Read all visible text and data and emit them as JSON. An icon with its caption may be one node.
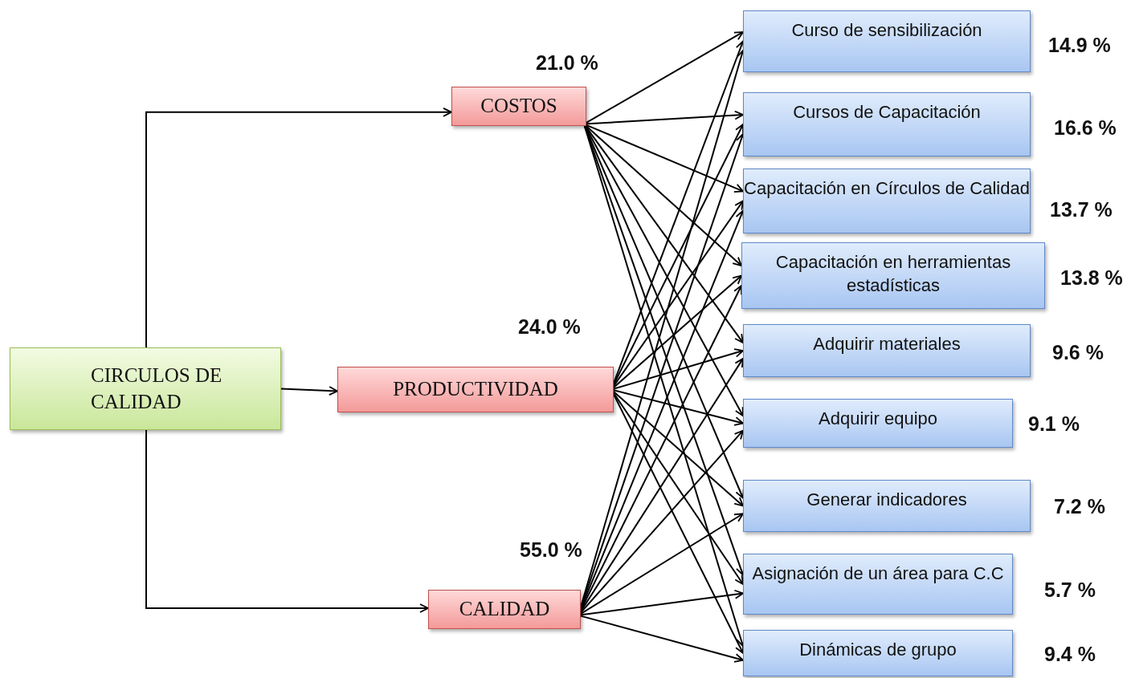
{
  "diagram": {
    "nodes": [
      {
        "text": [
          "CIRCULOS DE CALIDAD"
        ]
      },
      {
        "text": [
          "COSTOS"
        ],
        "beside": [
          "21.0 %"
        ]
      },
      {
        "text": [
          "PRODUCTIVIDAD"
        ],
        "beside": [
          "24.0 %"
        ]
      },
      {
        "text": [
          "CALIDAD"
        ],
        "beside": [
          "55.0 %"
        ]
      },
      {
        "text": [
          "Curso de sensibilización"
        ],
        "beside": [
          "14.9 %"
        ]
      },
      {
        "text": [
          "Cursos  de  Capacitación"
        ],
        "beside": [
          "16.6 %"
        ]
      },
      {
        "text": [
          "Capacitación en Círculos de Calidad"
        ],
        "beside": [
          "13.7 %"
        ]
      },
      {
        "text": [
          "Capacitación en herramientas estadísticas"
        ],
        "beside": [
          "13.8 %"
        ]
      },
      {
        "text": [
          "Adquirir materiales"
        ],
        "beside": [
          "9.6 %"
        ]
      },
      {
        "text": [
          "Adquirir equipo"
        ],
        "beside": [
          "9.1 %"
        ]
      },
      {
        "text": [
          "Generar indicadores"
        ],
        "beside": [
          "7.2 %"
        ]
      },
      {
        "text": [
          "Asignación de un área para C.C"
        ],
        "beside": [
          "5.7 %"
        ]
      },
      {
        "text": [
          "Dinámicas de grupo"
        ],
        "beside": [
          "9.4 %"
        ]
      }
    ],
    "edges": [
      {
        "from": 0,
        "to": 1,
        "arrow": "to"
      },
      {
        "from": 0,
        "to": 2,
        "arrow": "to"
      },
      {
        "from": 0,
        "to": 3,
        "arrow": "to"
      },
      {
        "from": 1,
        "to": 4,
        "arrow": "to"
      },
      {
        "from": 1,
        "to": 5,
        "arrow": "to"
      },
      {
        "from": 1,
        "to": 6,
        "arrow": "to"
      },
      {
        "from": 1,
        "to": 7,
        "arrow": "to"
      },
      {
        "from": 1,
        "to": 8,
        "arrow": "to"
      },
      {
        "from": 1,
        "to": 9,
        "arrow": "to"
      },
      {
        "from": 1,
        "to": 10,
        "arrow": "to"
      },
      {
        "from": 1,
        "to": 11,
        "arrow": "to"
      },
      {
        "from": 1,
        "to": 12,
        "arrow": "to"
      },
      {
        "from": 2,
        "to": 4,
        "arrow": "to"
      },
      {
        "from": 2,
        "to": 5,
        "arrow": "to"
      },
      {
        "from": 2,
        "to": 6,
        "arrow": "to"
      },
      {
        "from": 2,
        "to": 7,
        "arrow": "to"
      },
      {
        "from": 2,
        "to": 8,
        "arrow": "to"
      },
      {
        "from": 2,
        "to": 9,
        "arrow": "to"
      },
      {
        "from": 2,
        "to": 10,
        "arrow": "to"
      },
      {
        "from": 2,
        "to": 11,
        "arrow": "to"
      },
      {
        "from": 2,
        "to": 12,
        "arrow": "to"
      },
      {
        "from": 3,
        "to": 4,
        "arrow": "to"
      },
      {
        "from": 3,
        "to": 5,
        "arrow": "to"
      },
      {
        "from": 3,
        "to": 6,
        "arrow": "to"
      },
      {
        "from": 3,
        "to": 7,
        "arrow": "to"
      },
      {
        "from": 3,
        "to": 8,
        "arrow": "to"
      },
      {
        "from": 3,
        "to": 9,
        "arrow": "to"
      },
      {
        "from": 3,
        "to": 10,
        "arrow": "to"
      },
      {
        "from": 3,
        "to": 11,
        "arrow": "to"
      },
      {
        "from": 3,
        "to": 12,
        "arrow": "to"
      }
    ]
  }
}
